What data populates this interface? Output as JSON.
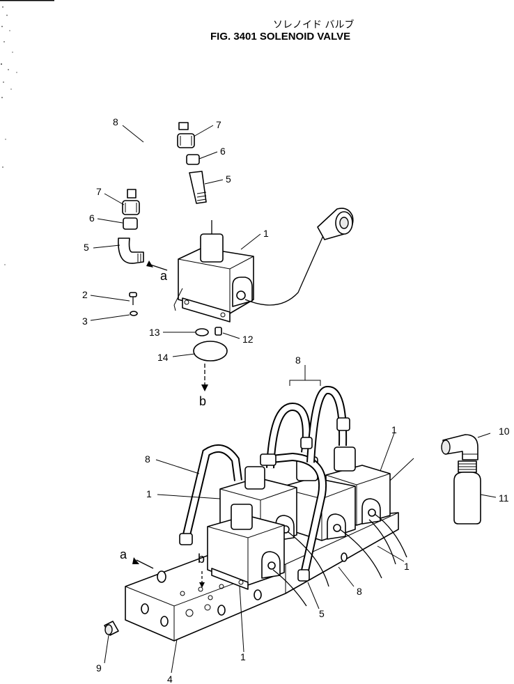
{
  "header": {
    "subtitle_jp": "ソレノイド バルブ",
    "title": "FIG. 3401   SOLENOID  VALVE"
  },
  "callouts": [
    {
      "id": "c-top-8",
      "label": "8"
    },
    {
      "id": "c-top-7a",
      "label": "7"
    },
    {
      "id": "c-top-6a",
      "label": "6"
    },
    {
      "id": "c-top-5a",
      "label": "5"
    },
    {
      "id": "c-top-7b",
      "label": "7"
    },
    {
      "id": "c-top-6b",
      "label": "6"
    },
    {
      "id": "c-top-5b",
      "label": "5"
    },
    {
      "id": "c-top-1",
      "label": "1"
    },
    {
      "id": "c-top-a",
      "label": "a"
    },
    {
      "id": "c-top-2",
      "label": "2"
    },
    {
      "id": "c-top-3",
      "label": "3"
    },
    {
      "id": "c-top-13",
      "label": "13"
    },
    {
      "id": "c-top-12",
      "label": "12"
    },
    {
      "id": "c-top-14",
      "label": "14"
    },
    {
      "id": "c-top-b",
      "label": "b"
    },
    {
      "id": "c-bot-8a",
      "label": "8"
    },
    {
      "id": "c-bot-1a",
      "label": "1"
    },
    {
      "id": "c-bot-10",
      "label": "10"
    },
    {
      "id": "c-bot-8b",
      "label": "8"
    },
    {
      "id": "c-bot-1b",
      "label": "1"
    },
    {
      "id": "c-bot-11",
      "label": "11"
    },
    {
      "id": "c-bot-a",
      "label": "a"
    },
    {
      "id": "c-bot-b",
      "label": "b"
    },
    {
      "id": "c-bot-1c",
      "label": "1"
    },
    {
      "id": "c-bot-8c",
      "label": "8"
    },
    {
      "id": "c-bot-5",
      "label": "5"
    },
    {
      "id": "c-bot-1d",
      "label": "1"
    },
    {
      "id": "c-bot-9",
      "label": "9"
    },
    {
      "id": "c-bot-4",
      "label": "4"
    }
  ]
}
